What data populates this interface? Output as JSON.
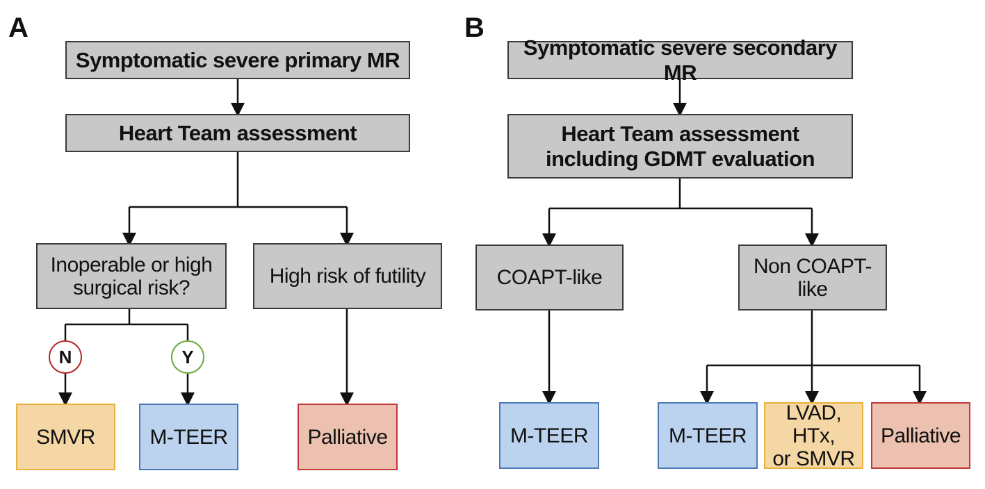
{
  "panels": {
    "a": {
      "label": "A",
      "top": "Symptomatic severe primary MR",
      "assessment": "Heart Team assessment",
      "branch_left": "Inoperable or high\nsurgical risk?",
      "branch_right": "High risk of futility",
      "badge_no": "N",
      "badge_yes": "Y",
      "outcome_smvr": "SMVR",
      "outcome_mteer": "M-TEER",
      "outcome_palliative": "Palliative"
    },
    "b": {
      "label": "B",
      "top": "Symptomatic severe secondary MR",
      "assessment": "Heart Team assessment\nincluding GDMT evaluation",
      "branch_left": "COAPT-like",
      "branch_right": "Non COAPT-like",
      "outcome_mteer_left": "M-TEER",
      "outcome_mteer": "M-TEER",
      "outcome_lvad": "LVAD, HTx,\nor SMVR",
      "outcome_palliative": "Palliative"
    }
  },
  "colors": {
    "decision_box": "#c8c8c8",
    "surgery": "#f4d7a4",
    "transcatheter": "#bcd3ef",
    "palliative": "#ecc1b0",
    "no_badge": "#b22a2a",
    "yes_badge": "#6aaa3e"
  }
}
